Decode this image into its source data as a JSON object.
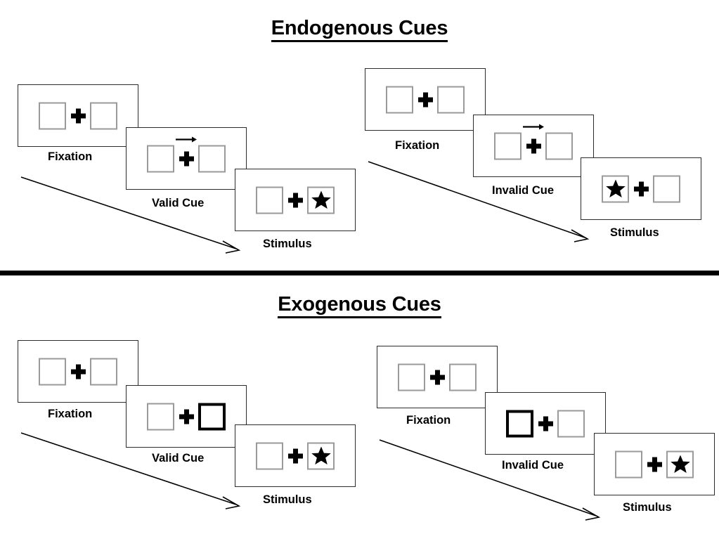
{
  "figure": {
    "title_endogenous": "Endogenous Cues",
    "title_exogenous": "Exogenous Cues",
    "colors": {
      "stroke_panel": "#2b2b2b",
      "stroke_box": "#9a9a9a",
      "stroke_cue": "#000000",
      "ink": "#000000",
      "background": "#ffffff"
    }
  },
  "sections": [
    {
      "id": "endogenous",
      "title": "Endogenous Cues",
      "cue_type": "central-arrow",
      "streams": [
        {
          "id": "endogenous-valid",
          "validity": "valid",
          "frames": [
            {
              "label": "Fixation",
              "left": "empty",
              "right": "empty",
              "center": "cross"
            },
            {
              "label": "Valid Cue",
              "left": "empty",
              "right": "empty",
              "center": "cross-with-right-arrow"
            },
            {
              "label": "Stimulus",
              "left": "empty",
              "right": "star",
              "center": "cross"
            }
          ]
        },
        {
          "id": "endogenous-invalid",
          "validity": "invalid",
          "frames": [
            {
              "label": "Fixation",
              "left": "empty",
              "right": "empty",
              "center": "cross"
            },
            {
              "label": "Invalid Cue",
              "left": "empty",
              "right": "empty",
              "center": "cross-with-right-arrow"
            },
            {
              "label": "Stimulus",
              "left": "star",
              "right": "empty",
              "center": "cross"
            }
          ]
        }
      ]
    },
    {
      "id": "exogenous",
      "title": "Exogenous Cues",
      "cue_type": "peripheral-box-flash",
      "streams": [
        {
          "id": "exogenous-valid",
          "validity": "valid",
          "frames": [
            {
              "label": "Fixation",
              "left": "empty",
              "right": "empty",
              "center": "cross"
            },
            {
              "label": "Valid Cue",
              "left": "empty",
              "right": "cued",
              "center": "cross"
            },
            {
              "label": "Stimulus",
              "left": "empty",
              "right": "star",
              "center": "cross"
            }
          ]
        },
        {
          "id": "exogenous-invalid",
          "validity": "invalid",
          "frames": [
            {
              "label": "Fixation",
              "left": "empty",
              "right": "empty",
              "center": "cross"
            },
            {
              "label": "Invalid Cue",
              "left": "cued",
              "right": "empty",
              "center": "cross"
            },
            {
              "label": "Stimulus",
              "left": "empty",
              "right": "star",
              "center": "cross"
            }
          ]
        }
      ]
    }
  ],
  "captions": {
    "fixation": "Fixation",
    "valid_cue": "Valid Cue",
    "invalid_cue": "Invalid Cue",
    "stimulus": "Stimulus"
  },
  "icons": {
    "cross": "fixation-cross-icon",
    "arrow": "right-arrow-cue-icon",
    "star": "star-target-icon",
    "timeline": "time-arrow-icon"
  }
}
